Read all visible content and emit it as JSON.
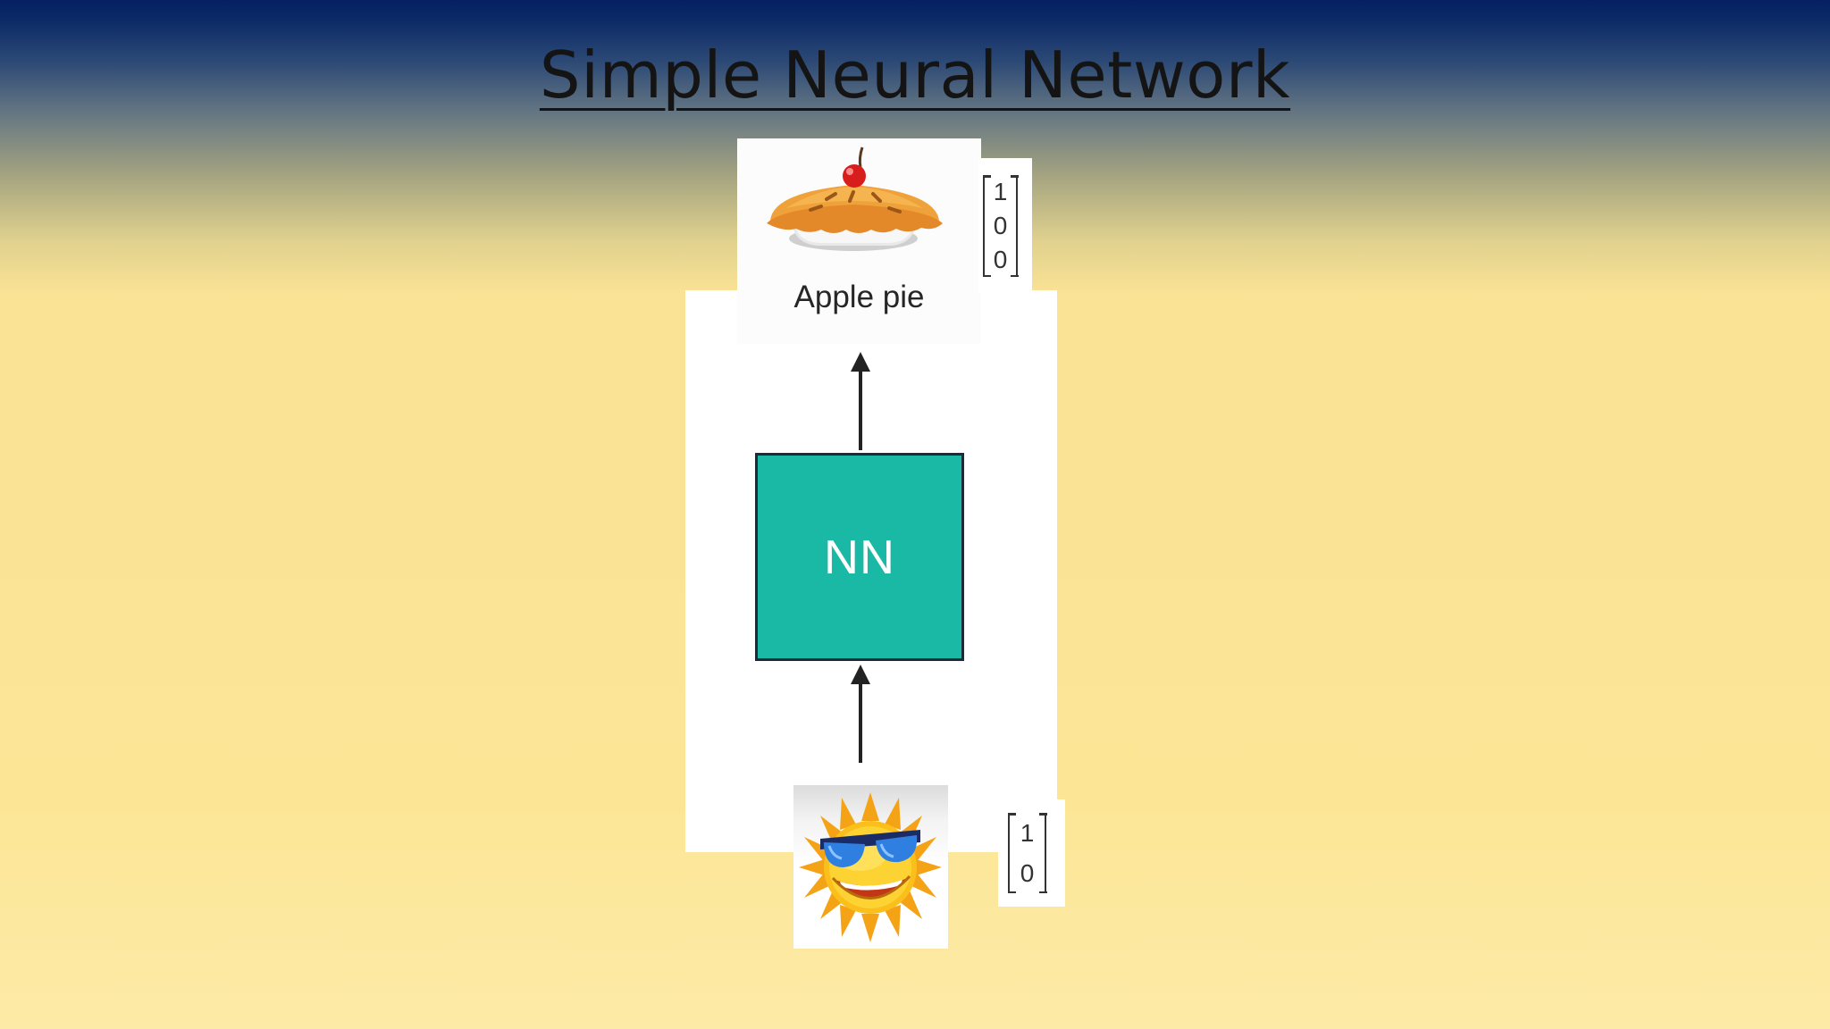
{
  "slide": {
    "title": "Simple Neural Network"
  },
  "diagram": {
    "output": {
      "label": "Apple pie",
      "vector": [
        "1",
        "0",
        "0"
      ]
    },
    "model": {
      "label": "NN"
    },
    "input": {
      "vector": [
        "1",
        "0"
      ]
    }
  },
  "colors": {
    "nn_box": "#1ab9a5",
    "background_top": "#062063",
    "background_main": "#fbe395"
  },
  "icons": {
    "output_image": "apple-pie-icon",
    "input_image": "sun-with-sunglasses-icon"
  }
}
